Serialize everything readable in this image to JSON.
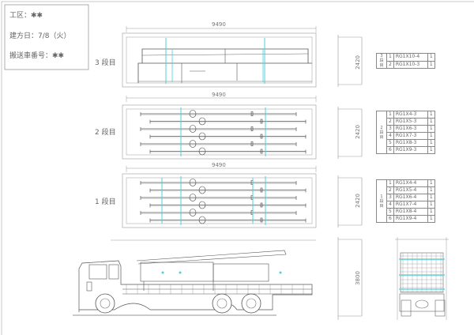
{
  "info": {
    "site": "工区：✱✱",
    "date": "建方日：7/8（火）",
    "vehicle": "搬送車番号：✱✱"
  },
  "tiers": [
    {
      "label": "3 段目",
      "length_dim": "9490",
      "width_dim": "2420",
      "group": "3段目",
      "rows": [
        {
          "no": "1",
          "code": "RG1X10-4",
          "qty": "1"
        },
        {
          "no": "2",
          "code": "RG1X10-3",
          "qty": "1"
        }
      ]
    },
    {
      "label": "2 段目",
      "length_dim": "9490",
      "width_dim": "2420",
      "group": "2段目",
      "rows": [
        {
          "no": "1",
          "code": "RG1X4-3",
          "qty": "1"
        },
        {
          "no": "2",
          "code": "RG1X5-3",
          "qty": "1"
        },
        {
          "no": "3",
          "code": "RG1X6-3",
          "qty": "1"
        },
        {
          "no": "4",
          "code": "RG1X7-3",
          "qty": "1"
        },
        {
          "no": "5",
          "code": "RG1X8-3",
          "qty": "1"
        },
        {
          "no": "6",
          "code": "RG1X9-3",
          "qty": "1"
        }
      ]
    },
    {
      "label": "1 段目",
      "length_dim": "9490",
      "width_dim": "2420",
      "group": "1段目",
      "rows": [
        {
          "no": "1",
          "code": "RG1X4-4",
          "qty": "1"
        },
        {
          "no": "2",
          "code": "RG1X5-4",
          "qty": "1"
        },
        {
          "no": "3",
          "code": "RG1X6-4",
          "qty": "1"
        },
        {
          "no": "4",
          "code": "RG1X7-4",
          "qty": "1"
        },
        {
          "no": "5",
          "code": "RG1X8-4",
          "qty": "1"
        },
        {
          "no": "6",
          "code": "RG1X9-4",
          "qty": "1"
        }
      ]
    }
  ],
  "truck": {
    "height_dim": "3800"
  },
  "colors": {
    "line": "#777777",
    "accent": "#4fd0d8"
  }
}
